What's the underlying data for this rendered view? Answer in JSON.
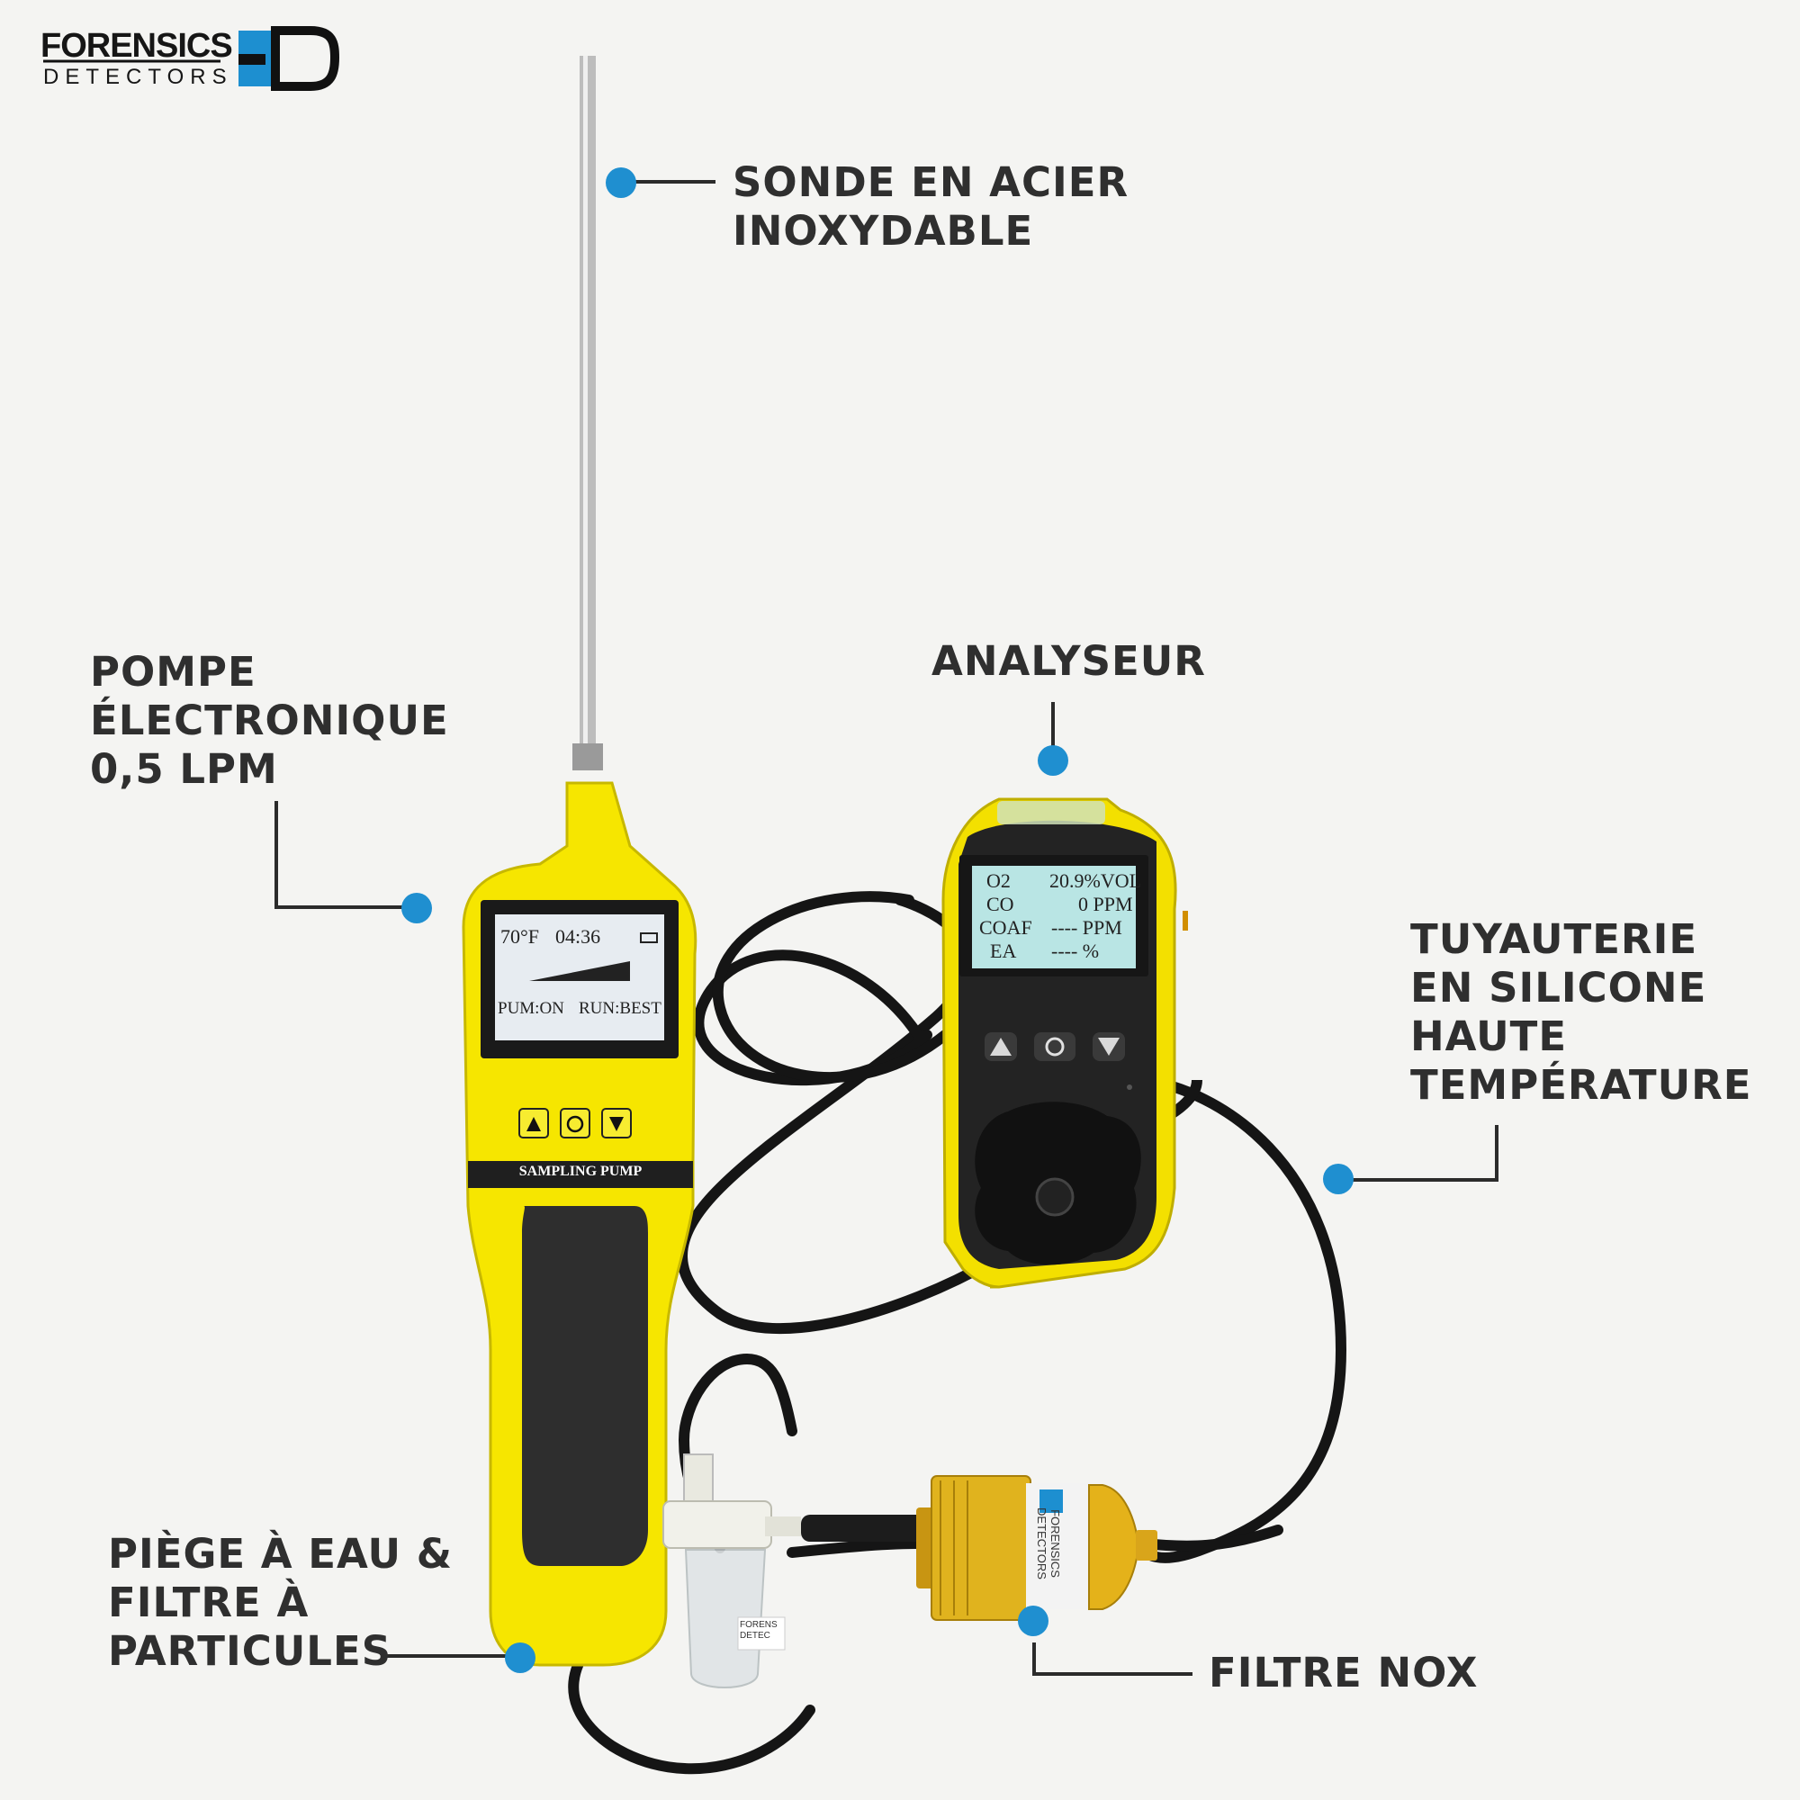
{
  "logo": {
    "line1": "FORENSICS",
    "line2": "DETECTORS",
    "mark": "FD"
  },
  "callouts": {
    "probe": [
      "SONDE EN ACIER",
      "INOXYDABLE"
    ],
    "pump": [
      "POMPE",
      "ÉLECTRONIQUE",
      "0,5 LPM"
    ],
    "analyzer": [
      "ANALYSEUR"
    ],
    "tubing": [
      "TUYAUTERIE",
      "EN SILICONE",
      "HAUTE",
      "TEMPÉRATURE"
    ],
    "water_trap": [
      "PIÈGE À EAU &",
      "FILTRE À",
      "PARTICULES"
    ],
    "nox_filter": [
      "FILTRE NOX"
    ]
  },
  "pump_device": {
    "screen": {
      "temp": "70°F",
      "time": "04:36",
      "status_left": "PUM:ON",
      "status_right": "RUN:BEST"
    },
    "band_label": "SAMPLING PUMP"
  },
  "analyzer_device": {
    "screen_rows": [
      {
        "gas": "O2",
        "value": "20.9%VOL"
      },
      {
        "gas": "CO",
        "value": "0 PPM"
      },
      {
        "gas": "COAF",
        "value": "---- PPM"
      },
      {
        "gas": "EA",
        "value": "---- %"
      }
    ]
  },
  "filter_labels": {
    "nox": "FORENSICS DETECTORS",
    "trap": "FORENS DETEC"
  },
  "colors": {
    "dot": "#1f8fd0",
    "yellow": "#f5e400",
    "brass": "#d8a81a",
    "black": "#1c1c1c"
  }
}
